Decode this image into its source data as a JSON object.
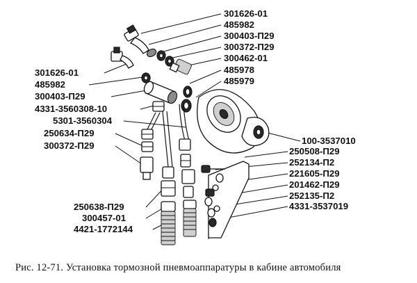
{
  "figure": {
    "caption": "Рис. 12-71. Установка тормозной пневмоаппаратуры в кабине автомобиля",
    "labels": {
      "top_right": [
        "301626-01",
        "485982",
        "300403-П29",
        "300372-П29",
        "300462-01",
        "485978",
        "485979"
      ],
      "left": [
        "301626-01",
        "485982",
        "300403-П29",
        "4331-3560308-10",
        "5301-3560304",
        "250634-П29",
        "300372-П29"
      ],
      "right": [
        "100-3537010",
        "250508-П29",
        "252134-П2",
        "221605-П29",
        "201462-П29",
        "252135-П2",
        "4331-3537019"
      ],
      "bottom_left": [
        "250638-П29",
        "300457-01",
        "4421-1772144"
      ]
    }
  }
}
